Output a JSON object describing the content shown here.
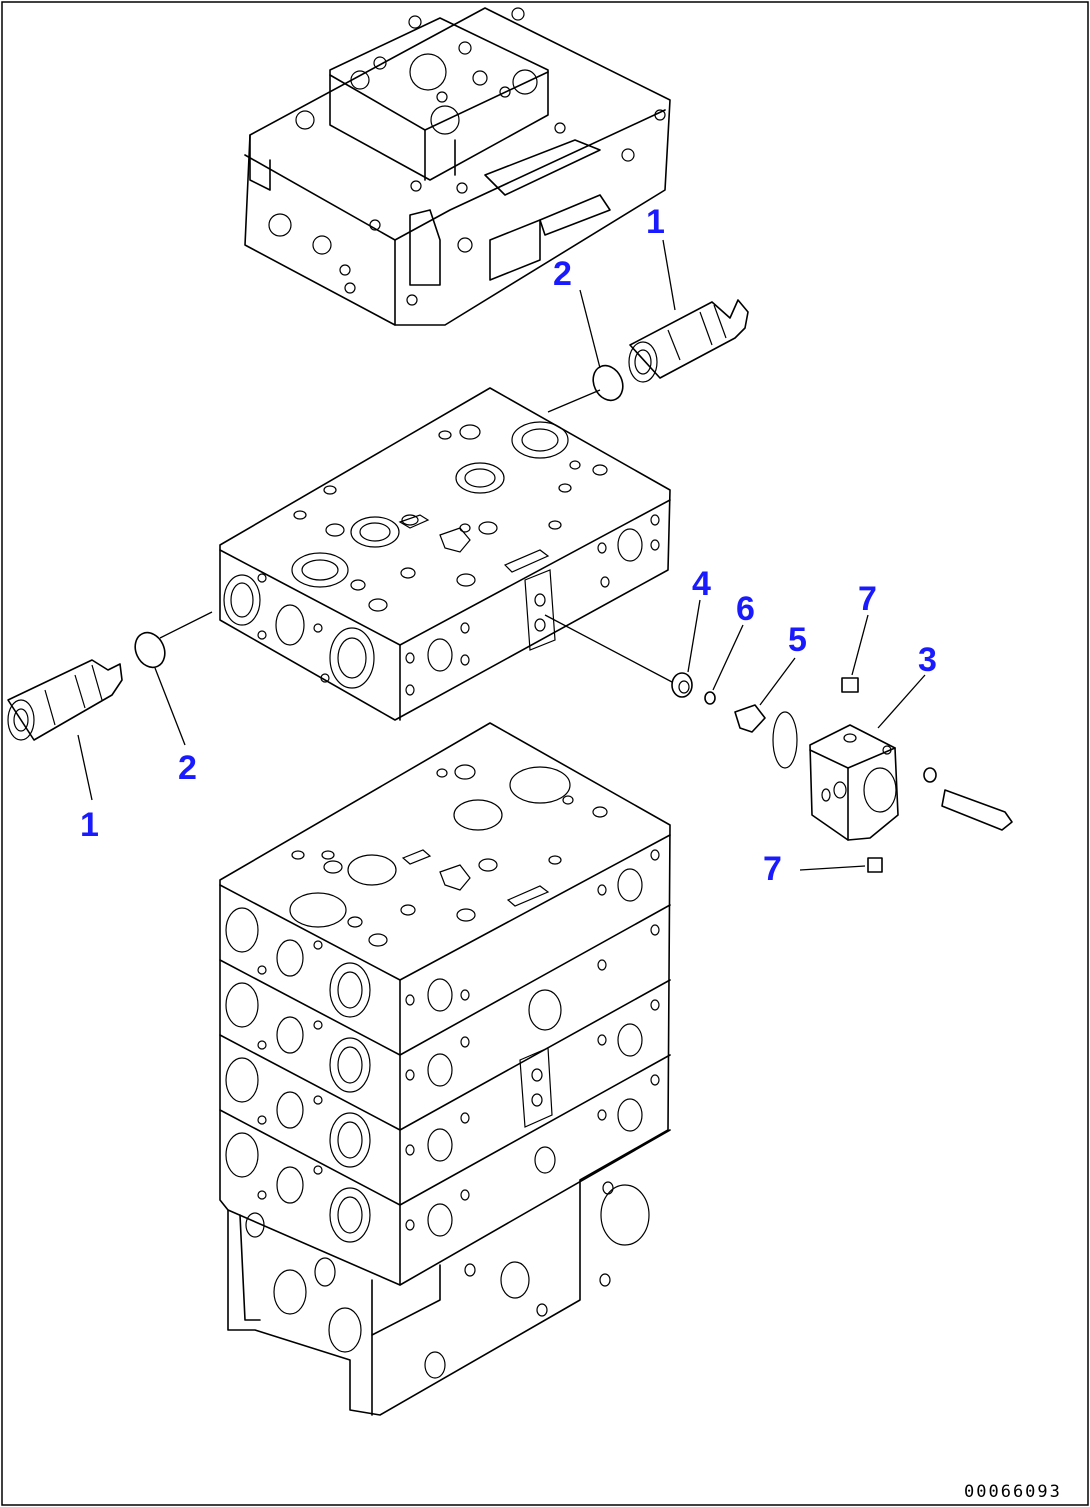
{
  "diagram": {
    "drawing_code": "00066093",
    "label_color": "#1a1aff",
    "callouts": [
      {
        "id": "callout-1-upper",
        "text": "1"
      },
      {
        "id": "callout-2-upper",
        "text": "2"
      },
      {
        "id": "callout-4",
        "text": "4"
      },
      {
        "id": "callout-6",
        "text": "6"
      },
      {
        "id": "callout-5",
        "text": "5"
      },
      {
        "id": "callout-7-upper",
        "text": "7"
      },
      {
        "id": "callout-3",
        "text": "3"
      },
      {
        "id": "callout-2-lower",
        "text": "2"
      },
      {
        "id": "callout-1-lower",
        "text": "1"
      },
      {
        "id": "callout-7-lower",
        "text": "7"
      }
    ]
  }
}
